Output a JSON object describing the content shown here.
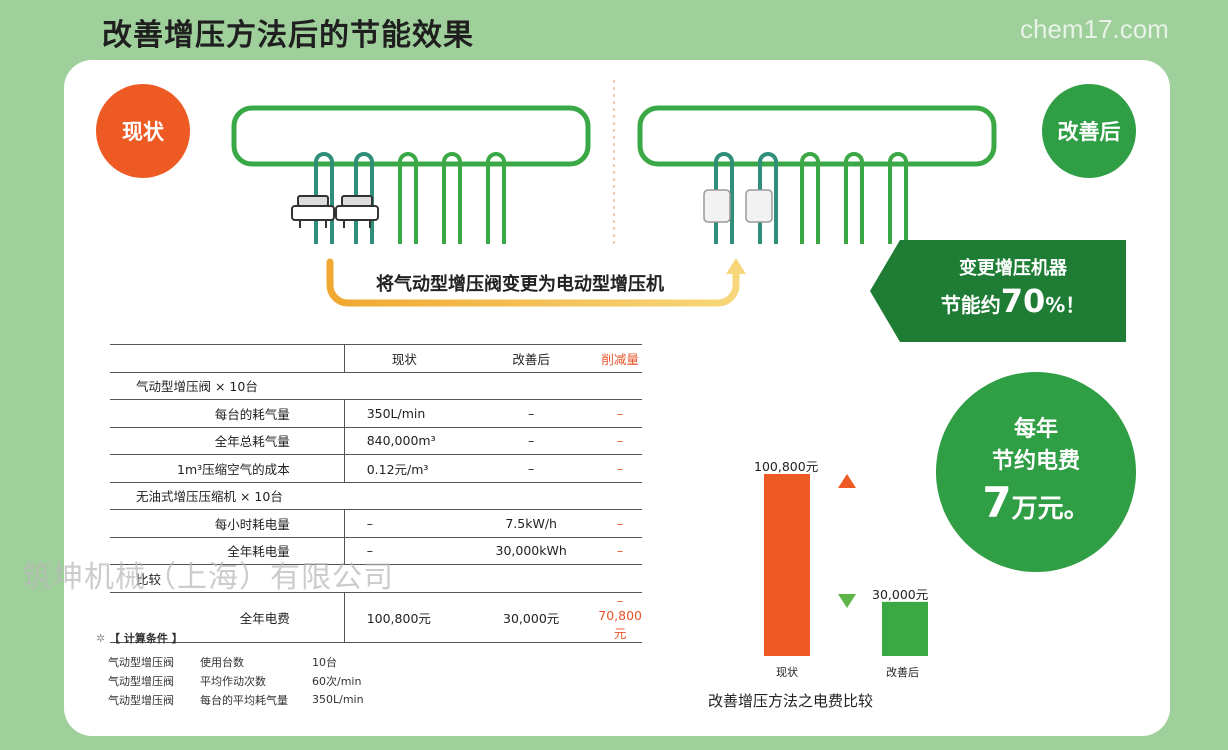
{
  "title": "改善增压方法后的节能效果",
  "watermark_top": "chem17.com",
  "watermark_mid": "筑坤机械（上海）有限公司",
  "badges": {
    "now": "现状",
    "after": "改善后"
  },
  "arrow_label": "将气动型增压阀变更为电动型增压机",
  "banner": {
    "line1": "变更增压机器",
    "line2_prefix": "节能约",
    "line2_value": "70",
    "line2_suffix": "%！"
  },
  "savings": {
    "line1": "每年",
    "line2": "节约电费",
    "value": "7",
    "unit": "万元。"
  },
  "table": {
    "headers": [
      "",
      "现状",
      "改善后",
      "削减量"
    ],
    "rows": [
      {
        "type": "group",
        "label": "气动型增压阀 × 10台"
      },
      {
        "type": "data",
        "label": "每台的耗气量",
        "now": "350L/min",
        "after": "–",
        "cut": "–"
      },
      {
        "type": "data",
        "label": "全年总耗气量",
        "now": "840,000m³",
        "after": "–",
        "cut": "–"
      },
      {
        "type": "data",
        "label": "1m³压缩空气的成本",
        "now": "0.12元/m³",
        "after": "–",
        "cut": "–"
      },
      {
        "type": "group",
        "label": "无油式增压压缩机 × 10台"
      },
      {
        "type": "data",
        "label": "每小时耗电量",
        "now": "–",
        "after": "7.5kW/h",
        "cut": "–"
      },
      {
        "type": "data",
        "label": "全年耗电量",
        "now": "–",
        "after": "30,000kWh",
        "cut": "–"
      },
      {
        "type": "group",
        "label": "比较"
      },
      {
        "type": "data",
        "label": "全年电费",
        "now": "100,800元",
        "after": "30,000元",
        "cut": "–70,800元"
      }
    ]
  },
  "conditions": {
    "header": "【 计算条件 】",
    "rows": [
      {
        "a": "气动型增压阀",
        "b": "使用台数",
        "c": "10台"
      },
      {
        "a": "气动型增压阀",
        "b": "平均作动次数",
        "c": "60次/min"
      },
      {
        "a": "气动型增压阀",
        "b": "每台的平均耗气量",
        "c": "350L/min"
      }
    ]
  },
  "colors": {
    "green": "#39a845",
    "orange": "#ee5a24",
    "dark_green": "#1e7c34"
  },
  "chart_data": {
    "type": "bar",
    "title": "改善增压方法之电费比较",
    "categories": [
      "现状",
      "改善后"
    ],
    "values": [
      100800,
      30000
    ],
    "data_labels": [
      "100,800元",
      "30,000元"
    ],
    "colors": [
      "#ee5a24",
      "#39a845"
    ],
    "ylim": [
      0,
      100800
    ],
    "grid": false
  }
}
